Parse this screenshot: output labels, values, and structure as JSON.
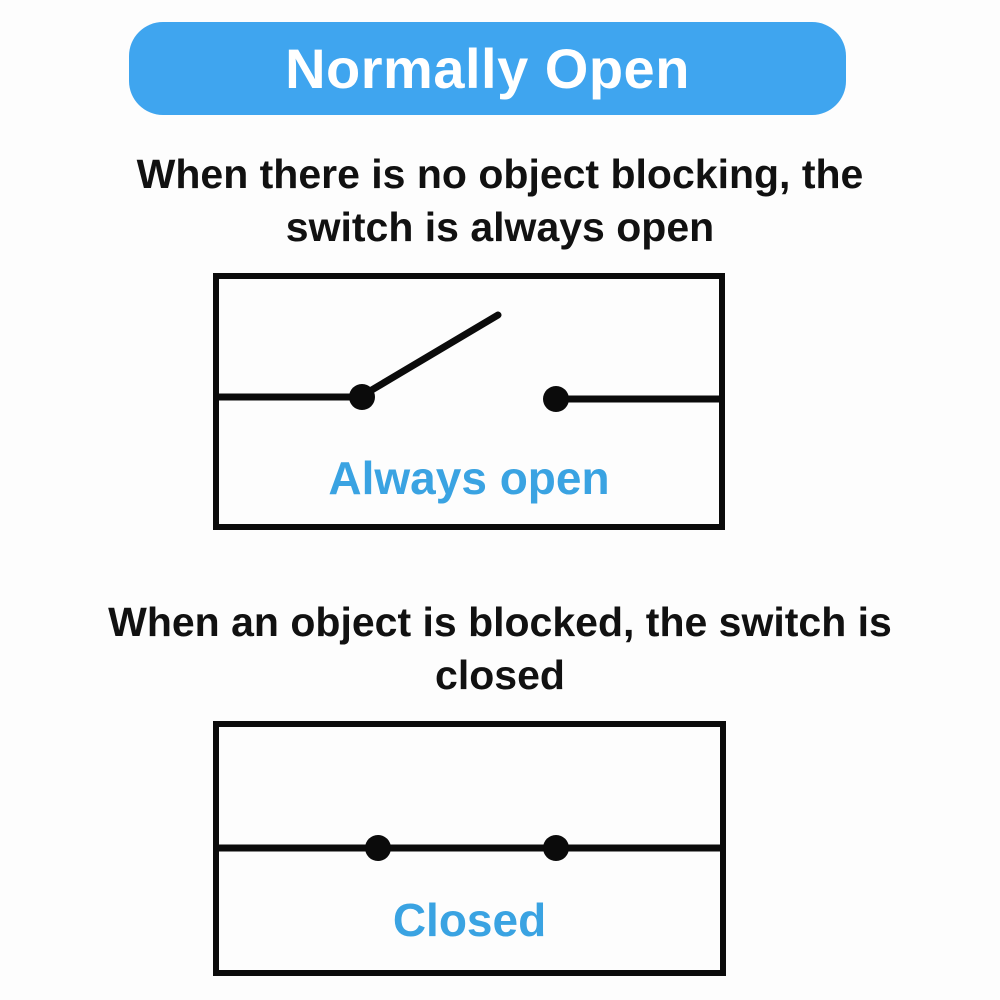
{
  "banner": {
    "title": "Normally Open"
  },
  "open_section": {
    "description_line1": "When there is no object blocking, the",
    "description_line2": "switch is always open",
    "diagram_label": "Always open",
    "switch_state": "open"
  },
  "closed_section": {
    "description_line1": "When an object is blocked, the switch is",
    "description_line2": "closed",
    "diagram_label": "Closed",
    "switch_state": "closed"
  },
  "colors": {
    "banner_blue": "#3fa5ef",
    "banner_text": "#ffffff",
    "label_blue": "#3aa3e2",
    "diagram_stroke": "#0b0b0b",
    "text_black": "#111111",
    "page_bg": "#fdfdfd"
  }
}
